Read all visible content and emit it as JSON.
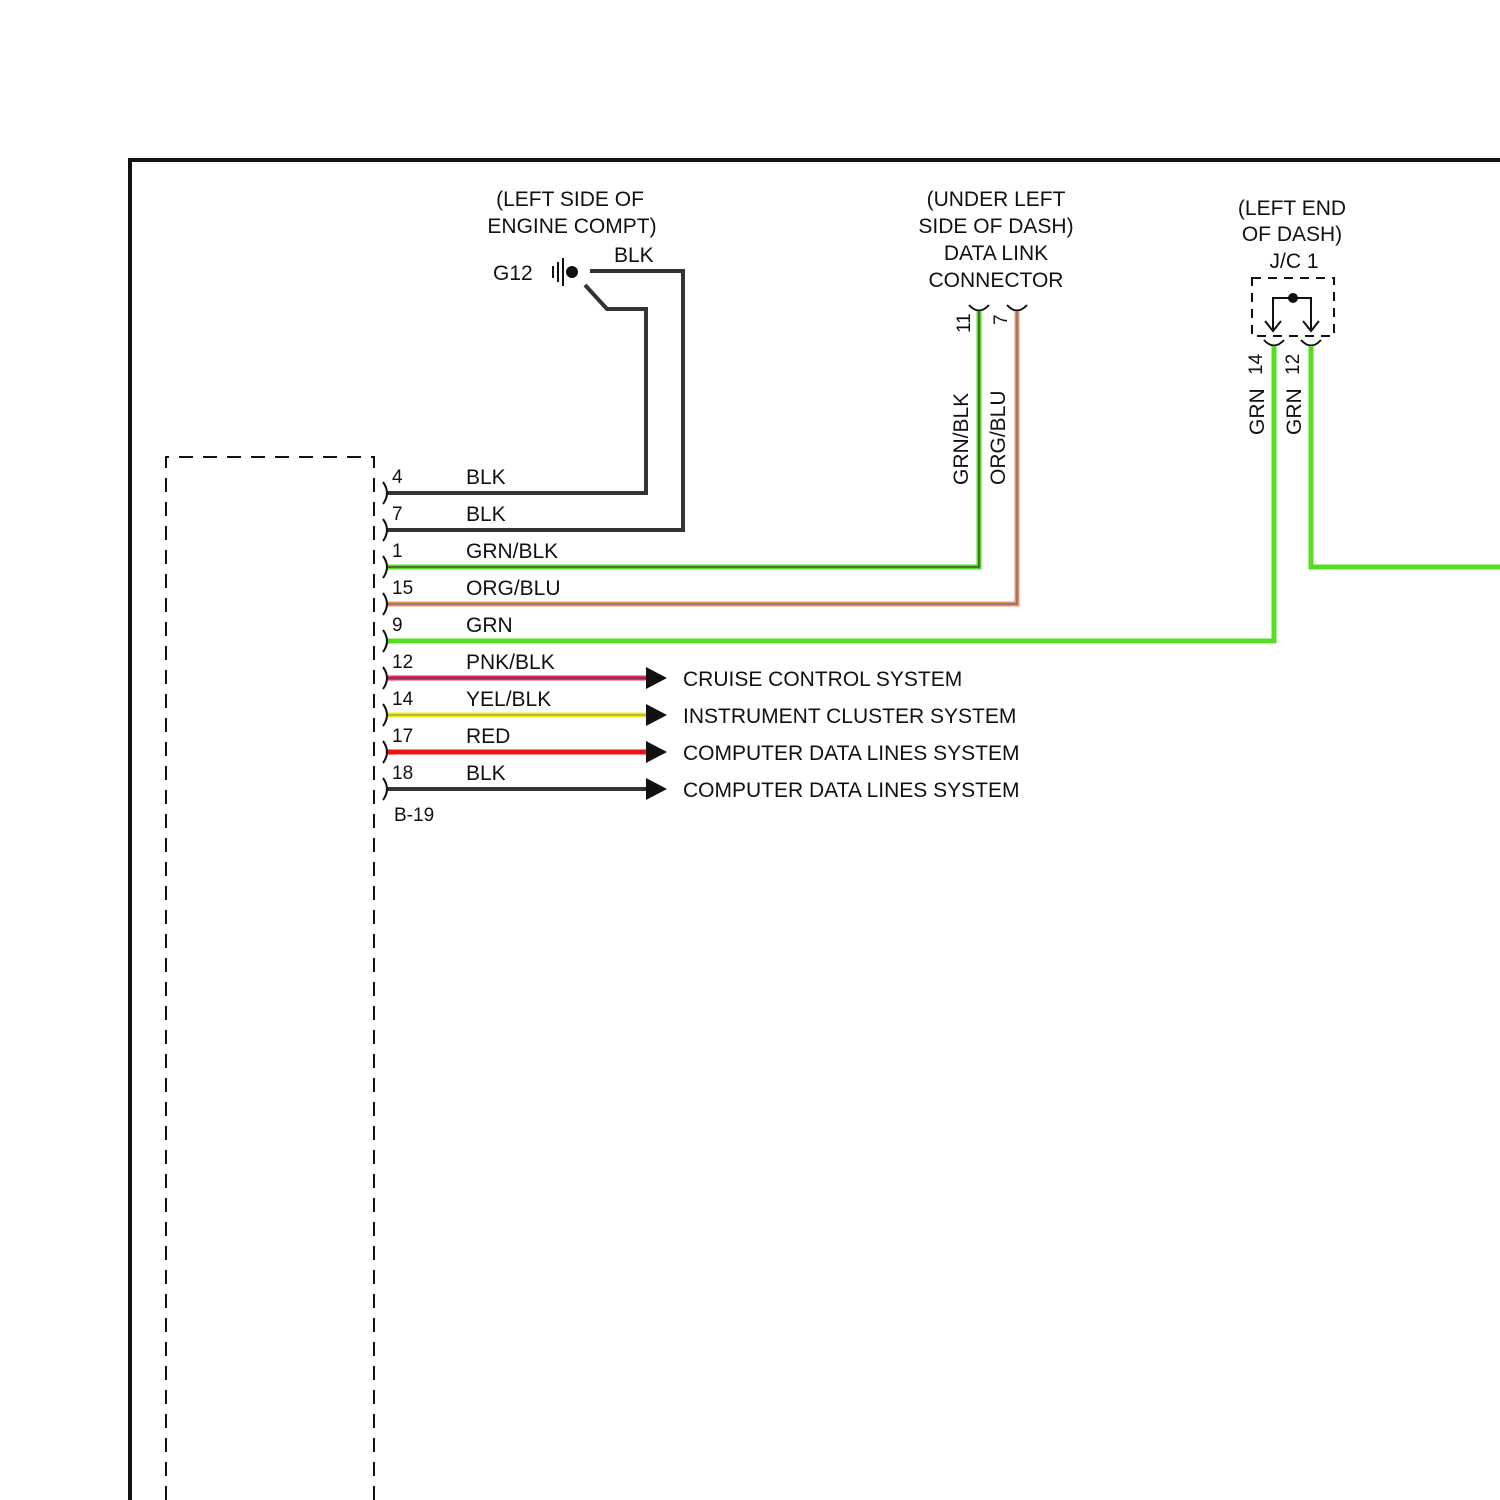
{
  "colors": {
    "blk": "#333333",
    "grn": "#55dd22",
    "grn_blk_stripe": "#3a3a3a",
    "org": "#e39a55",
    "blu": "#7a5aa8",
    "pnk": "#d8306a",
    "pnk_blk_stripe": "#7a2a3a",
    "yel": "#eeee22",
    "yel_blk_stripe": "#9a9a30",
    "red": "#ee1111"
  },
  "ground": {
    "location_line1": "(LEFT SIDE OF",
    "location_line2": "ENGINE COMPT)",
    "id": "G12",
    "wire_color": "BLK"
  },
  "dlc": {
    "location_line1": "(UNDER LEFT",
    "location_line2": "SIDE OF DASH)",
    "name_line1": "DATA LINK",
    "name_line2": "CONNECTOR",
    "pins": [
      {
        "pin": "11",
        "wire": "GRN/BLK"
      },
      {
        "pin": "7",
        "wire": "ORG/BLU"
      }
    ]
  },
  "jc": {
    "location_line1": "(LEFT END",
    "location_line2": "OF DASH)",
    "name": "J/C 1",
    "pins": [
      {
        "pin": "14",
        "wire": "GRN"
      },
      {
        "pin": "12",
        "wire": "GRN"
      }
    ]
  },
  "module_connector": {
    "id": "B-19",
    "pins": [
      {
        "pin": "4",
        "wire": "BLK"
      },
      {
        "pin": "7",
        "wire": "BLK"
      },
      {
        "pin": "1",
        "wire": "GRN/BLK"
      },
      {
        "pin": "15",
        "wire": "ORG/BLU"
      },
      {
        "pin": "9",
        "wire": "GRN"
      },
      {
        "pin": "12",
        "wire": "PNK/BLK",
        "destination": "CRUISE CONTROL SYSTEM"
      },
      {
        "pin": "14",
        "wire": "YEL/BLK",
        "destination": "INSTRUMENT CLUSTER SYSTEM"
      },
      {
        "pin": "17",
        "wire": "RED",
        "destination": "COMPUTER DATA LINES SYSTEM"
      },
      {
        "pin": "18",
        "wire": "BLK",
        "destination": "COMPUTER DATA LINES SYSTEM"
      }
    ]
  }
}
